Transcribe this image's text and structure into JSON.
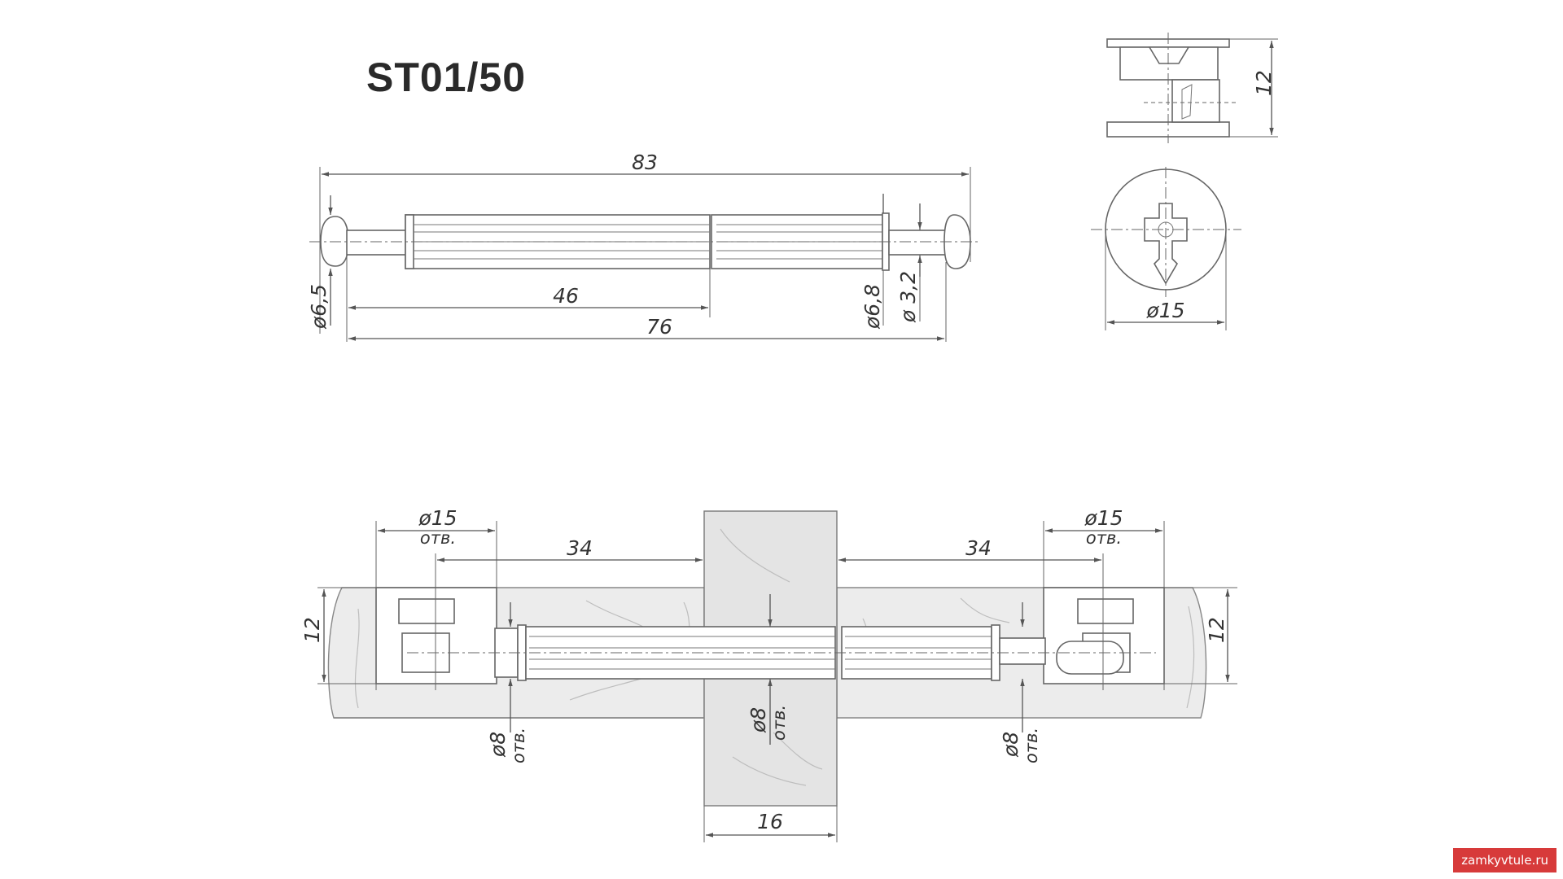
{
  "title": "ST01/50",
  "watermark": "zamkyvtule.ru",
  "top_view": {
    "dim_total": "83",
    "dim_shank": "76",
    "dim_thread": "46",
    "dia_head": "ø6,5",
    "dia_collar": "ø6,8",
    "dia_neck": "ø 3,2"
  },
  "cam_view": {
    "height": "12",
    "diameter": "ø15"
  },
  "assembly": {
    "hole_left_dia": "ø15",
    "hole_left_note": "отв.",
    "hole_right_dia": "ø15",
    "hole_right_note": "отв.",
    "dist_left": "34",
    "dist_right": "34",
    "height_left": "12",
    "height_right": "12",
    "bore_left_dia": "ø8",
    "bore_left_note": "отв.",
    "bore_center_dia": "ø8",
    "bore_center_note": "отв.",
    "bore_right_dia": "ø8",
    "bore_right_note": "отв.",
    "panel_thickness": "16"
  }
}
